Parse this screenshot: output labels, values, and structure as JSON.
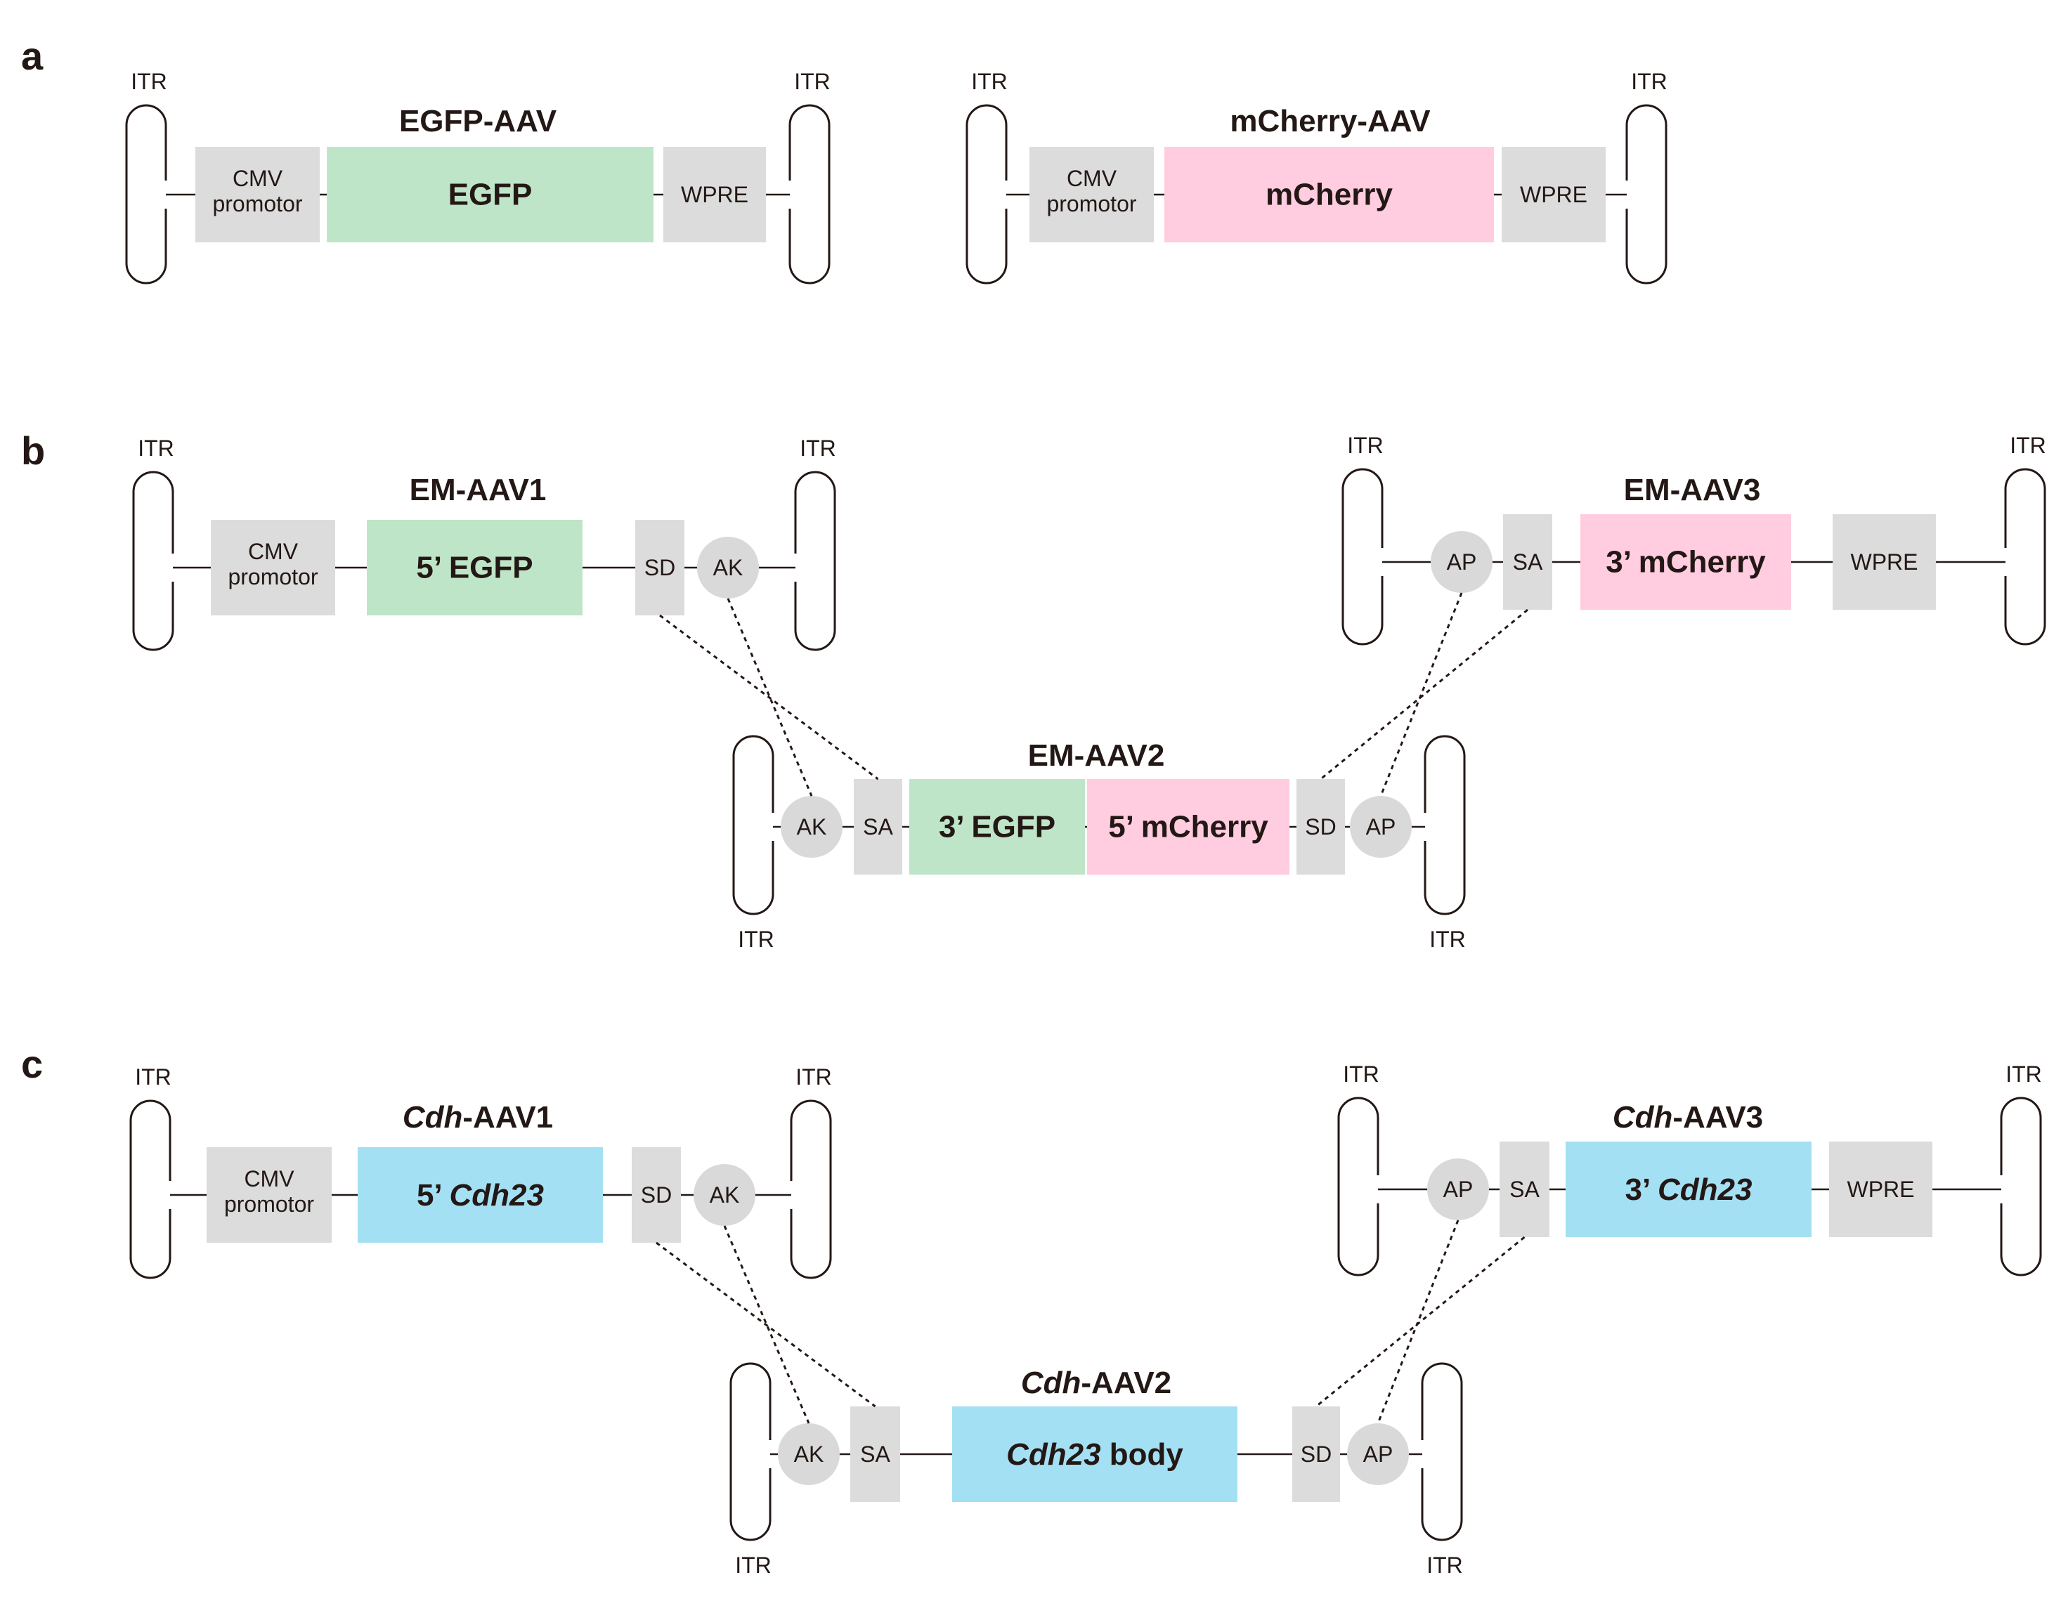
{
  "panels": [
    {
      "label": "a",
      "constructs": [
        {
          "title": [
            {
              "t": "EGFP-AAV"
            }
          ],
          "itr_labels": [
            "ITR",
            "ITR"
          ],
          "elements": [
            {
              "kind": "box",
              "label": "CMV\npromotor",
              "color": "gray"
            },
            {
              "kind": "box",
              "label": "EGFP",
              "color": "green"
            },
            {
              "kind": "box",
              "label": "WPRE",
              "color": "gray"
            }
          ]
        },
        {
          "title": [
            {
              "t": "mCherry-AAV"
            }
          ],
          "itr_labels": [
            "ITR",
            "ITR"
          ],
          "elements": [
            {
              "kind": "box",
              "label": "CMV\npromotor",
              "color": "gray"
            },
            {
              "kind": "box",
              "label": "mCherry",
              "color": "pink"
            },
            {
              "kind": "box",
              "label": "WPRE",
              "color": "gray"
            }
          ]
        }
      ]
    },
    {
      "label": "b",
      "constructs": [
        {
          "title": [
            {
              "t": "EM-AAV1"
            }
          ],
          "itr_labels": [
            "ITR",
            "ITR"
          ],
          "elements": [
            {
              "kind": "box",
              "label": "CMV\npromotor",
              "color": "gray"
            },
            {
              "kind": "box",
              "label": "5’ EGFP",
              "color": "green"
            },
            {
              "kind": "box",
              "label": "SD",
              "color": "gray"
            },
            {
              "kind": "circle",
              "label": "AK"
            }
          ]
        },
        {
          "title": [
            {
              "t": "EM-AAV3"
            }
          ],
          "itr_labels": [
            "ITR",
            "ITR"
          ],
          "elements": [
            {
              "kind": "circle",
              "label": "AP"
            },
            {
              "kind": "box",
              "label": "SA",
              "color": "gray"
            },
            {
              "kind": "box",
              "label": "3’ mCherry",
              "color": "pink"
            },
            {
              "kind": "box",
              "label": "WPRE",
              "color": "gray"
            }
          ]
        },
        {
          "title": [
            {
              "t": "EM-AAV2"
            }
          ],
          "itr_labels": [
            "ITR",
            "ITR"
          ],
          "elements": [
            {
              "kind": "circle",
              "label": "AK"
            },
            {
              "kind": "box",
              "label": "SA",
              "color": "gray"
            },
            {
              "kind": "box",
              "label": "3’ EGFP",
              "color": "green"
            },
            {
              "kind": "box",
              "label": "5’ mCherry",
              "color": "pink"
            },
            {
              "kind": "box",
              "label": "SD",
              "color": "gray"
            },
            {
              "kind": "circle",
              "label": "AP"
            }
          ]
        }
      ]
    },
    {
      "label": "c",
      "constructs": [
        {
          "title": [
            {
              "t": "Cdh",
              "i": true
            },
            {
              "t": "-AAV1"
            }
          ],
          "itr_labels": [
            "ITR",
            "ITR"
          ],
          "elements": [
            {
              "kind": "box",
              "label": "CMV\npromotor",
              "color": "gray"
            },
            {
              "kind": "box",
              "runs": [
                {
                  "t": "5’ "
                },
                {
                  "t": "Cdh23",
                  "i": true
                }
              ],
              "color": "blue"
            },
            {
              "kind": "box",
              "label": "SD",
              "color": "gray"
            },
            {
              "kind": "circle",
              "label": "AK"
            }
          ]
        },
        {
          "title": [
            {
              "t": "Cdh",
              "i": true
            },
            {
              "t": "-AAV3"
            }
          ],
          "itr_labels": [
            "ITR",
            "ITR"
          ],
          "elements": [
            {
              "kind": "circle",
              "label": "AP"
            },
            {
              "kind": "box",
              "label": "SA",
              "color": "gray"
            },
            {
              "kind": "box",
              "runs": [
                {
                  "t": "3’ "
                },
                {
                  "t": "Cdh23",
                  "i": true
                }
              ],
              "color": "blue"
            },
            {
              "kind": "box",
              "label": "WPRE",
              "color": "gray"
            }
          ]
        },
        {
          "title": [
            {
              "t": "Cdh",
              "i": true
            },
            {
              "t": "-AAV2"
            }
          ],
          "itr_labels": [
            "ITR",
            "ITR"
          ],
          "elements": [
            {
              "kind": "circle",
              "label": "AK"
            },
            {
              "kind": "box",
              "label": "SA",
              "color": "gray"
            },
            {
              "kind": "box",
              "runs": [
                {
                  "t": "Cdh23",
                  "i": true
                },
                {
                  "t": " body"
                }
              ],
              "color": "blue"
            },
            {
              "kind": "box",
              "label": "SD",
              "color": "gray"
            },
            {
              "kind": "circle",
              "label": "AP"
            }
          ]
        }
      ]
    }
  ],
  "colors": {
    "gray": "#dcdcdc",
    "green": "#bfe5c8",
    "pink": "#ffcce0",
    "blue": "#a4e0f3",
    "line": "#231815"
  }
}
